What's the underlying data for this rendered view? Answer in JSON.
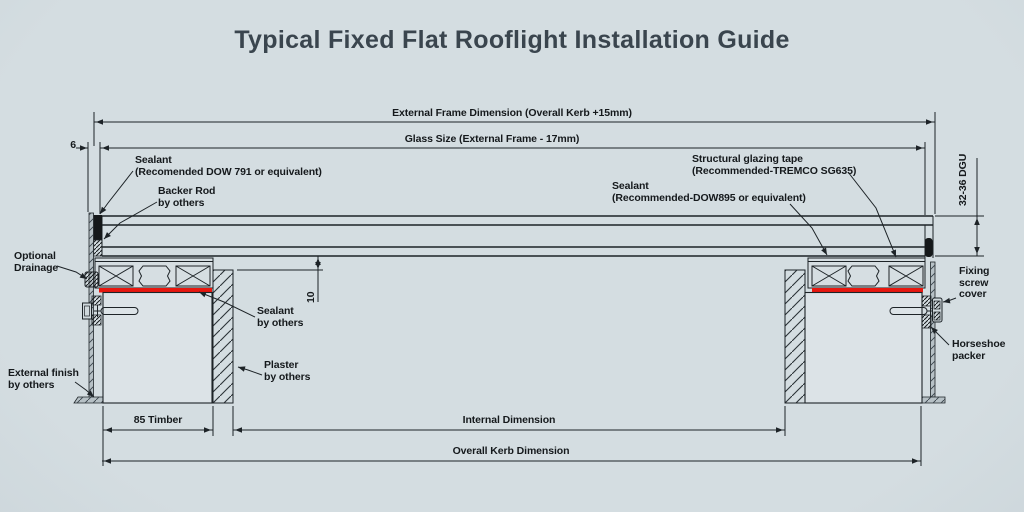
{
  "title": "Typical Fixed Flat Rooflight Installation Guide",
  "colors": {
    "background": "#cfd8dc",
    "ink": "#1d2327",
    "sealant_red": "#e8170f",
    "title_text": "#3a454e"
  },
  "dimensions": {
    "external_frame": "External Frame Dimension (Overall Kerb  +15mm)",
    "glass_size": "Glass Size (External Frame - 17mm)",
    "glass_edge_gap": "6",
    "glass_to_internal_gap": "10",
    "glazing_unit": "32-36 DGU",
    "timber": "85 Timber",
    "internal": "Internal Dimension",
    "overall_kerb": "Overall Kerb Dimension"
  },
  "callouts": {
    "sealant_outer": [
      "Sealant",
      "(Recomended DOW 791 or equivalent)"
    ],
    "backer_rod": [
      "Backer Rod",
      "by others"
    ],
    "glazing_tape": [
      "Structural glazing tape",
      "(Recommended-TREMCO SG635)"
    ],
    "sealant_inner": [
      "Sealant",
      "(Recommended-DOW895 or equivalent)"
    ],
    "optional_drainage": [
      "Optional",
      "Drainage"
    ],
    "sealant_by_others": [
      "Sealant",
      "by others"
    ],
    "plaster": [
      "Plaster",
      "by others"
    ],
    "external_finish": [
      "External finish",
      "by others"
    ],
    "fixing_screw_cover": [
      "Fixing",
      "screw",
      "cover"
    ],
    "horseshoe_packer": [
      "Horseshoe",
      "packer"
    ]
  }
}
